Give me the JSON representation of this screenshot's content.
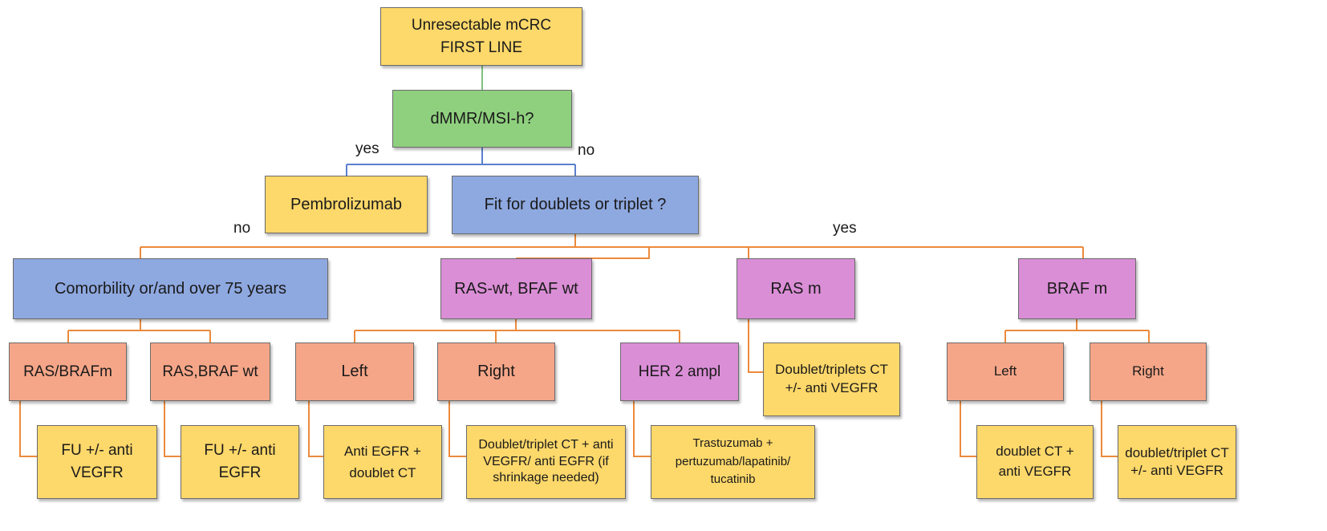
{
  "nodes": {
    "root_line1": "Unresectable mCRC",
    "root_line2": "FIRST LINE",
    "dmmr": "dMMR/MSI-h?",
    "pembro": "Pembrolizumab",
    "fit": "Fit for doublets or triplet ?",
    "comorb": "Comorbility or/and over 75 years",
    "raswt": "RAS-wt, BFAF wt",
    "rasm": "RAS m",
    "brafm": "BRAF m",
    "rasbrafm": "RAS/BRAFm",
    "rasbrafwt": "RAS,BRAF wt",
    "left": "Left",
    "right": "Right",
    "her2": "HER 2 ampl",
    "rasm_tx": "Doublet/triplets  CT +/- anti VEGFR",
    "braf_left": "Left",
    "braf_right": "Right",
    "fu_vegfr": "FU +/- anti VEGFR",
    "fu_egfr": "FU +/- anti EGFR",
    "left_tx": "Anti EGFR + doublet CT",
    "right_tx": "Doublet/triplet CT + anti VEGFR/ anti EGFR (if shrinkage needed)",
    "her2_tx": "Trastuzumab + pertuzumab/lapatinib/ tucatinib",
    "braf_left_tx": "doublet CT + anti VEGFR",
    "braf_right_tx": "doublet/triplet CT +/- anti VEGFR"
  },
  "edge_labels": {
    "yes_dmmr": "yes",
    "no_dmmr": "no",
    "no_fit": "no",
    "yes_fit": "yes"
  },
  "colors": {
    "yellow": "#fdd86a",
    "green": "#8fd07e",
    "blue": "#8ea8e0",
    "purple": "#da8ed6",
    "salmon": "#f5a688",
    "line_green": "#7fc27f",
    "line_blue": "#5b7fce",
    "line_orange": "#ec8a3c"
  }
}
